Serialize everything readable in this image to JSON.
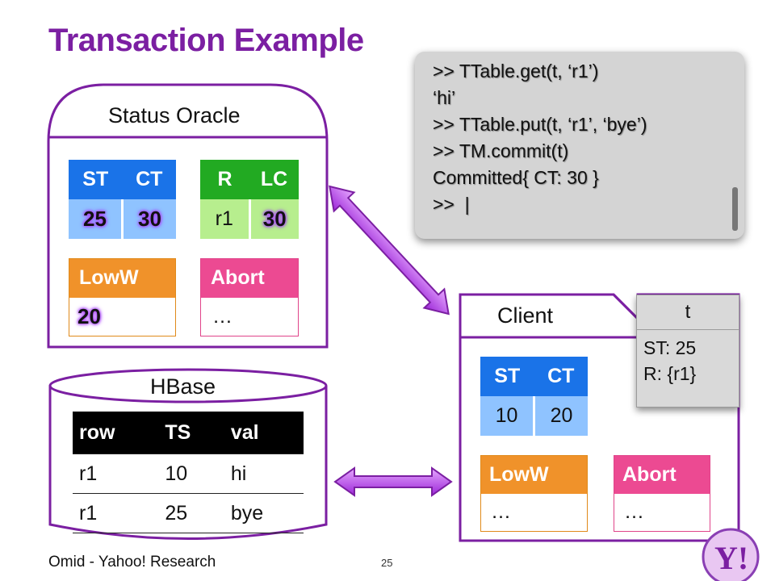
{
  "title": "Transaction Example",
  "status_oracle": {
    "label": "Status Oracle",
    "st_ct": {
      "headers": [
        "ST",
        "CT"
      ],
      "values": [
        "25",
        "30"
      ]
    },
    "r_lc": {
      "headers": [
        "R",
        "LC"
      ],
      "values": [
        "r1",
        "30"
      ]
    },
    "loww": {
      "header": "LowW",
      "value": "20"
    },
    "abort": {
      "header": "Abort",
      "value": "…"
    }
  },
  "console": {
    "lines": [
      ">> TTable.get(t, ‘r1’)",
      "‘hi’",
      ">> TTable.put(t, ‘r1’, ‘bye’)",
      ">> TM.commit(t)",
      "Committed{ CT: 30 }",
      ">>  |"
    ]
  },
  "client": {
    "label": "Client",
    "st_ct": {
      "headers": [
        "ST",
        "CT"
      ],
      "values": [
        "10",
        "20"
      ]
    },
    "loww": {
      "header": "LowW",
      "value": "…"
    },
    "abort": {
      "header": "Abort",
      "value": "…"
    }
  },
  "transaction": {
    "title": "t",
    "st": "ST: 25",
    "r": "R: {r1}"
  },
  "hbase": {
    "label": "HBase",
    "headers": [
      "row",
      "TS",
      "val"
    ],
    "rows": [
      [
        "r1",
        "10",
        "hi"
      ],
      [
        "r1",
        "25",
        "bye"
      ]
    ]
  },
  "footer": "Omid - Yahoo! Research",
  "page_number": "25",
  "colors": {
    "title": "#7b1fa2",
    "frame": "#7b1fa2",
    "blue": "#1a73e8",
    "green": "#22aa22",
    "orange": "#f0922a",
    "pink": "#ec4a92"
  },
  "logo_text": "Y!"
}
